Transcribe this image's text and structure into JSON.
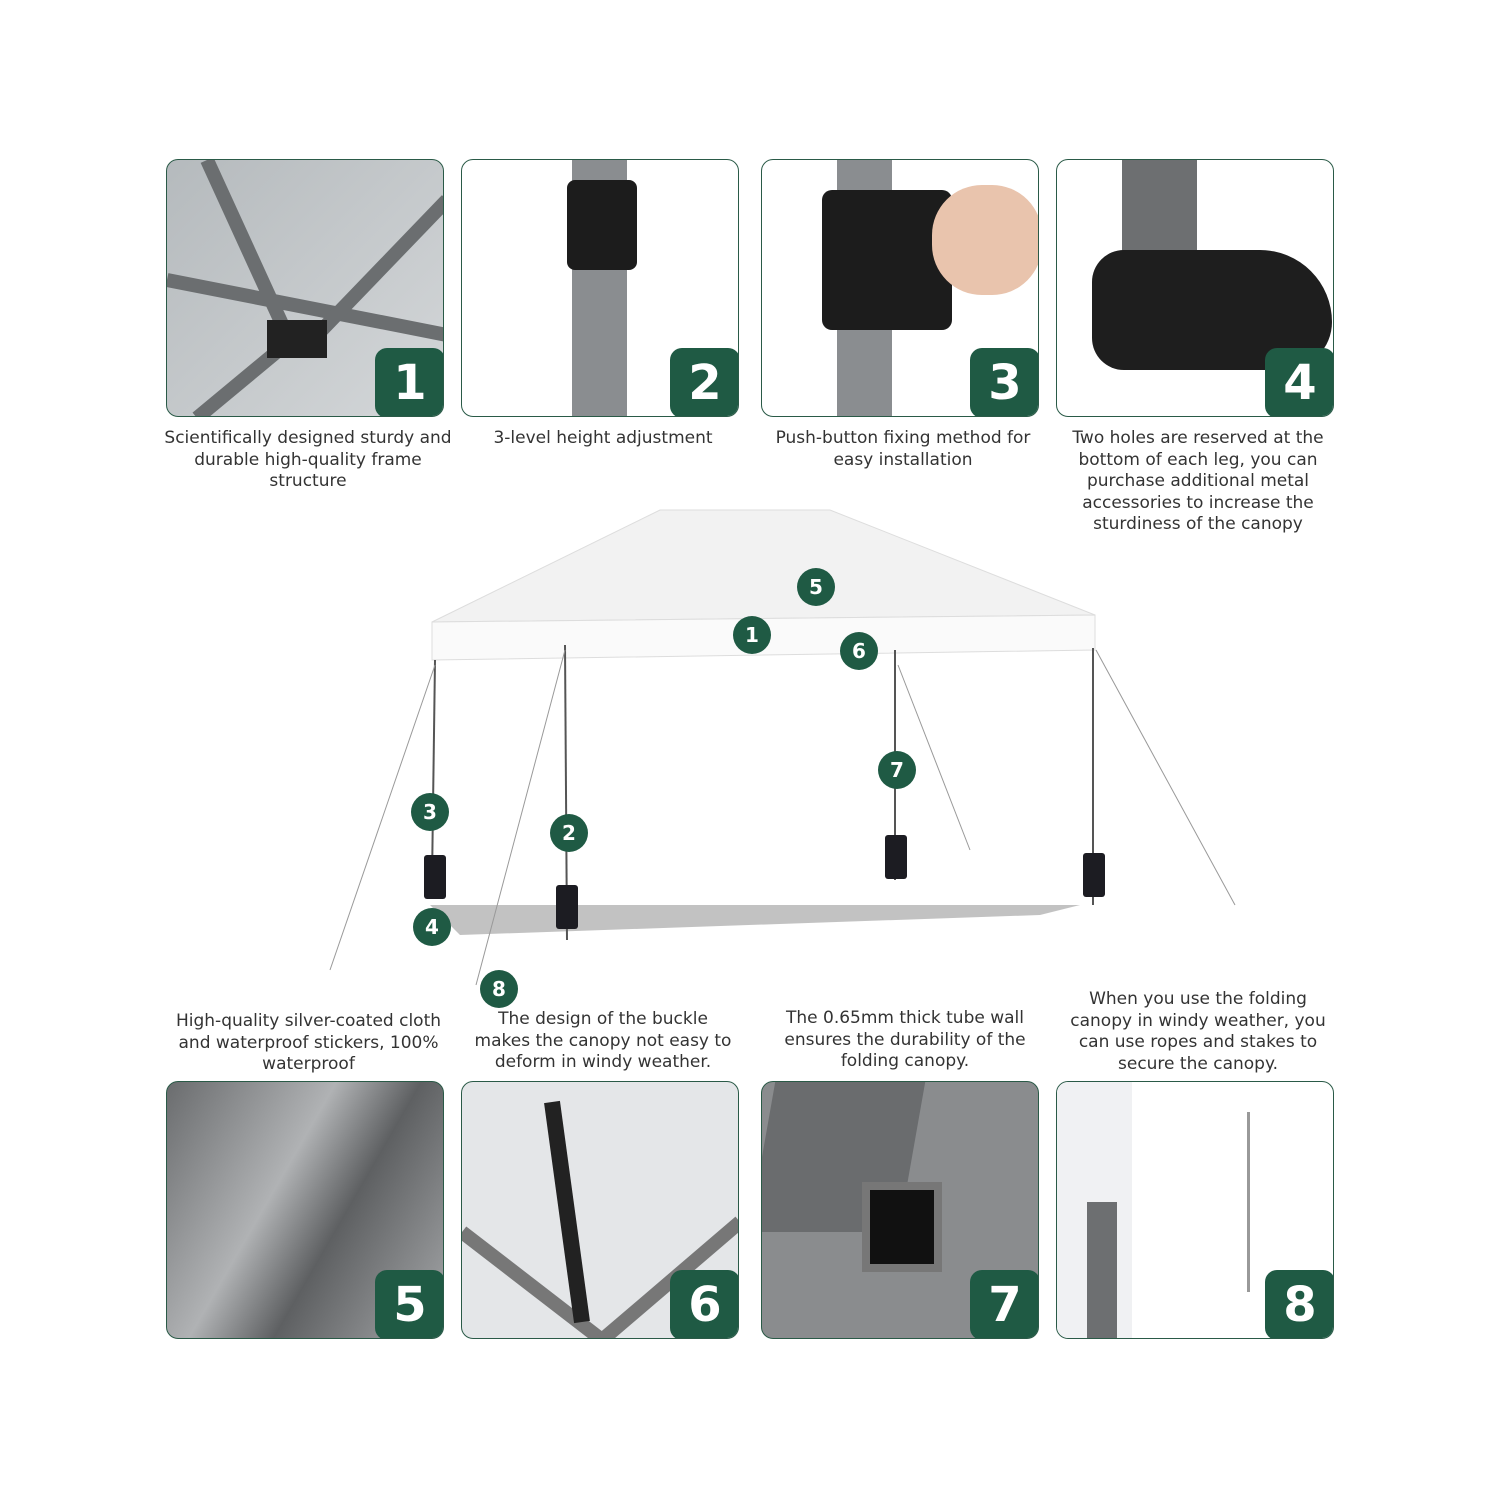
{
  "features_top": [
    {
      "number": "1",
      "caption": "Scientifically designed sturdy and durable high-quality frame structure",
      "image": "frame-joint-closeup"
    },
    {
      "number": "2",
      "caption": "3-level height adjustment",
      "image": "leg-height-button"
    },
    {
      "number": "3",
      "caption": "Push-button fixing method for easy installation",
      "image": "hand-pressing-button"
    },
    {
      "number": "4",
      "caption": "Two holes are reserved at the bottom of each leg, you can purchase additional metal accessories to increase the sturdiness of the canopy",
      "image": "leg-foot-plate"
    }
  ],
  "features_bottom": [
    {
      "number": "5",
      "caption": "High-quality silver-coated cloth and waterproof stickers, 100% waterproof",
      "image": "silver-fabric"
    },
    {
      "number": "6",
      "caption": "The design of the buckle makes the canopy not easy to deform in windy weather.",
      "image": "canopy-buckle"
    },
    {
      "number": "7",
      "caption": "The 0.65mm thick tube wall ensures the durability of the folding canopy.",
      "image": "tube-cross-section"
    },
    {
      "number": "8",
      "caption": "When you use the folding canopy in windy weather, you can use ropes and stakes to secure the canopy.",
      "image": "rope-and-stake"
    }
  ],
  "canopy_markers": [
    "5",
    "1",
    "6",
    "7",
    "3",
    "2",
    "4",
    "8"
  ],
  "colors": {
    "accent": "#1f5a44",
    "text": "#333333",
    "border": "#2a5a47"
  }
}
